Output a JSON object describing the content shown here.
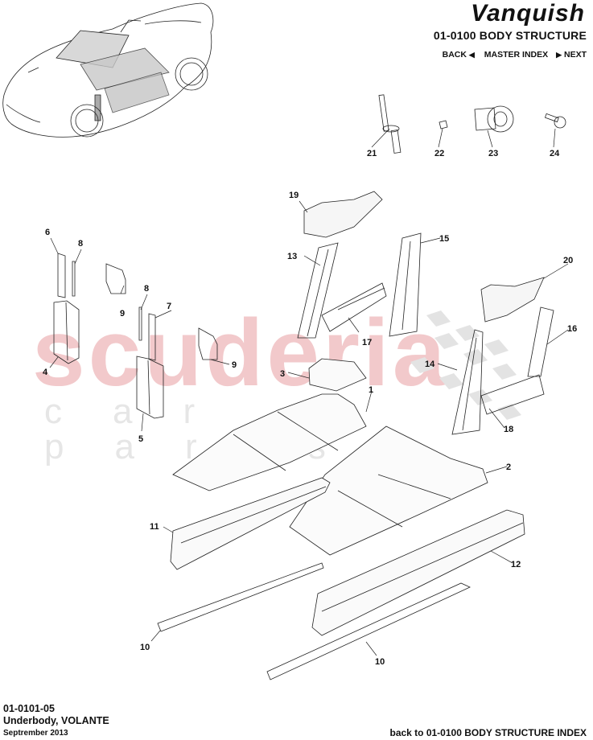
{
  "header": {
    "brand_logo_text": "Vanquish",
    "section_title": "01-0100 BODY STRUCTURE",
    "nav": {
      "back_label": "BACK",
      "back_icon": "triangle-left-icon",
      "master_index_label": "MASTER INDEX",
      "next_icon": "triangle-right-icon",
      "next_label": "NEXT"
    }
  },
  "watermark": {
    "primary": "scuderia",
    "secondary": "car parts",
    "primary_color": "#f2c9cb",
    "secondary_color": "#e6e6e6"
  },
  "diagram": {
    "overview_image": "car-overview-volante-icon",
    "callouts": [
      {
        "id": "1",
        "label": "1"
      },
      {
        "id": "2",
        "label": "2"
      },
      {
        "id": "3",
        "label": "3"
      },
      {
        "id": "4",
        "label": "4"
      },
      {
        "id": "5",
        "label": "5"
      },
      {
        "id": "6",
        "label": "6"
      },
      {
        "id": "7",
        "label": "7"
      },
      {
        "id": "8a",
        "label": "8"
      },
      {
        "id": "8b",
        "label": "8"
      },
      {
        "id": "9a",
        "label": "9"
      },
      {
        "id": "9b",
        "label": "9"
      },
      {
        "id": "10a",
        "label": "10"
      },
      {
        "id": "10b",
        "label": "10"
      },
      {
        "id": "11",
        "label": "11"
      },
      {
        "id": "12",
        "label": "12"
      },
      {
        "id": "13",
        "label": "13"
      },
      {
        "id": "14",
        "label": "14"
      },
      {
        "id": "15",
        "label": "15"
      },
      {
        "id": "16",
        "label": "16"
      },
      {
        "id": "17",
        "label": "17"
      },
      {
        "id": "18",
        "label": "18"
      },
      {
        "id": "19",
        "label": "19"
      },
      {
        "id": "20",
        "label": "20"
      },
      {
        "id": "21",
        "label": "21"
      },
      {
        "id": "22",
        "label": "22"
      },
      {
        "id": "23",
        "label": "23"
      },
      {
        "id": "24",
        "label": "24"
      }
    ]
  },
  "footer": {
    "code": "01-0101-05",
    "name": "Underbody, VOLANTE",
    "date": "Septrember 2013",
    "back_link": "back to 01-0100 BODY STRUCTURE INDEX"
  }
}
